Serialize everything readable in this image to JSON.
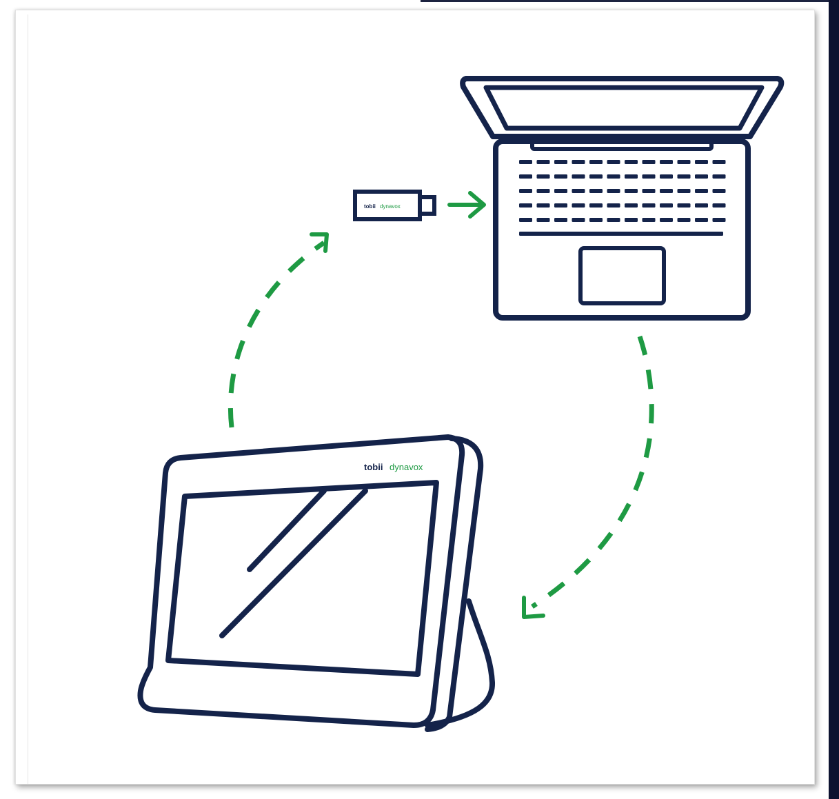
{
  "diagram": {
    "usb_stick_label": {
      "part1": "tobii",
      "part2": "dynavox"
    },
    "tablet_brand": {
      "part1": "tobii",
      "part2": "dynavox"
    },
    "colors": {
      "outline": "#14234a",
      "accent_green": "#1e9a43",
      "frame_shadow": "#888888",
      "right_edge": "#0c1230"
    }
  }
}
